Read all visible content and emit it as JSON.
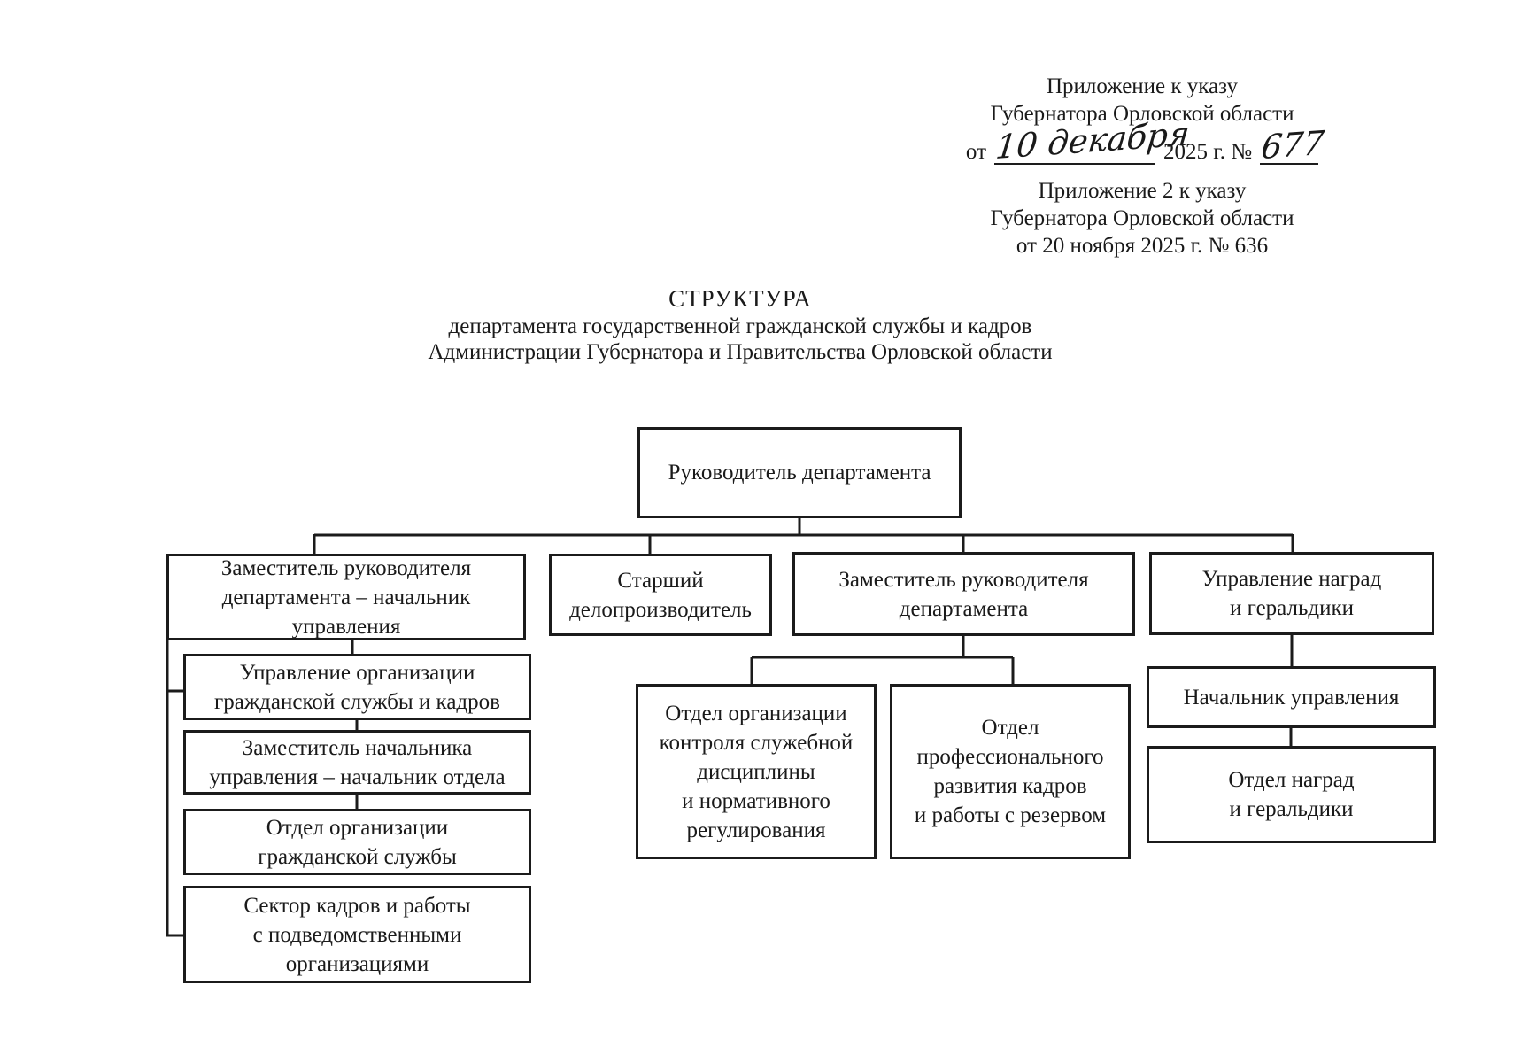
{
  "ink_color": "#1b1b1b",
  "annotation_primary": {
    "line1": "Приложение к указу",
    "line2": "Губернатора Орловской области",
    "prefix": "от",
    "handwritten_date": "10 декабря",
    "middle": "2025 г. №",
    "handwritten_number": "677"
  },
  "annotation_secondary": {
    "line1": "Приложение 2 к указу",
    "line2": "Губернатора Орловской области",
    "line3": "от 20 ноября 2025 г. № 636"
  },
  "title": {
    "line1": "СТРУКТУРА",
    "line2": "департамента государственной гражданской службы и кадров",
    "line3": "Администрации Губернатора и Правительства Орловской области"
  },
  "nodes": {
    "root": "Руководитель департамента",
    "deputy_head_chief_of_directorate": "Заместитель руководителя\nдепартамента – начальник\nуправления",
    "senior_clerk": "Старший\nделопроизводитель",
    "deputy_head": "Заместитель руководителя\nдепартамента",
    "awards_directorate": "Управление наград\nи геральдики",
    "civil_service_directorate": "Управление организации\nгражданской службы и кадров",
    "deputy_chief_division_head": "Заместитель начальника\nуправления – начальник отдела",
    "civil_service_division": "Отдел организации\nгражданской службы",
    "personnel_sector": "Сектор кадров и работы\nс подведомственными\nорганизациями",
    "discipline_control_division": "Отдел организации\nконтроля служебной\nдисциплины\nи нормативного\nрегулирования",
    "professional_development_division": "Отдел\nпрофессионального\nразвития кадров\nи работы с резервом",
    "directorate_chief": "Начальник управления",
    "awards_division": "Отдел наград\nи геральдики"
  }
}
